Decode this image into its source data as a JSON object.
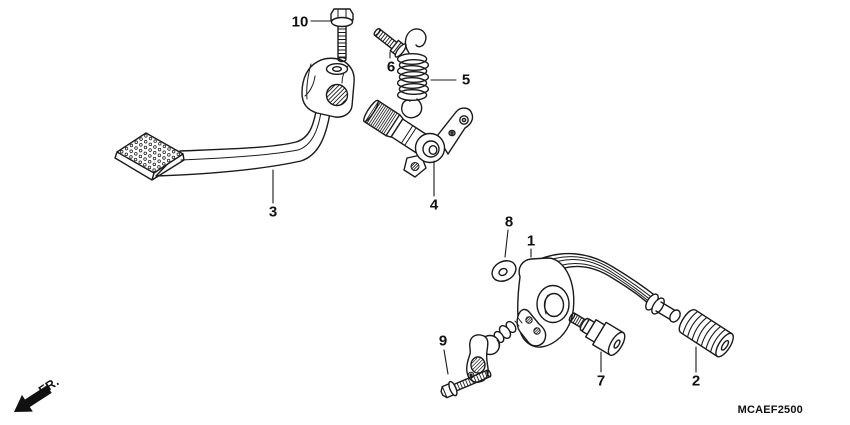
{
  "diagram": {
    "code": "MCAEF2500",
    "direction_label": "FR."
  },
  "labels": {
    "p1": "1",
    "p2": "2",
    "p3": "3",
    "p4": "4",
    "p5": "5",
    "p6": "6",
    "p7": "7",
    "p8": "8",
    "p9": "9",
    "p10": "10"
  },
  "colors": {
    "line": "#1a1a1a",
    "background": "#ffffff"
  }
}
